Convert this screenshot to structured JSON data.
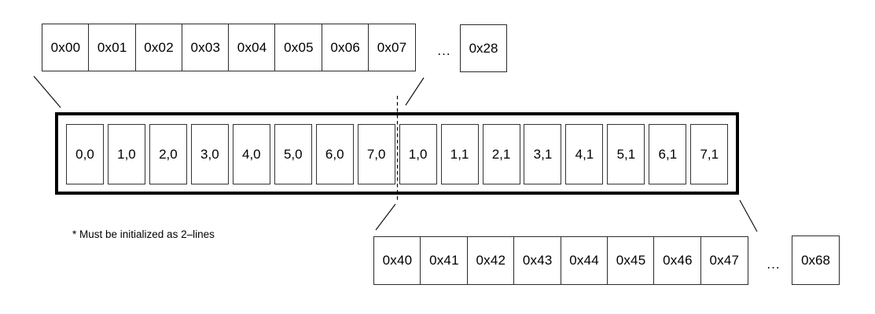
{
  "top_row": {
    "cells": [
      "0x00",
      "0x01",
      "0x02",
      "0x03",
      "0x04",
      "0x05",
      "0x06",
      "0x07"
    ],
    "ellipsis": "...",
    "last_cell": "0x28"
  },
  "buffer": {
    "cells": [
      "0,0",
      "1,0",
      "2,0",
      "3,0",
      "4,0",
      "5,0",
      "6,0",
      "7,0",
      "1,0",
      "1,1",
      "2,1",
      "3,1",
      "4,1",
      "5,1",
      "6,1",
      "7,1"
    ]
  },
  "bottom_row": {
    "cells": [
      "0x40",
      "0x41",
      "0x42",
      "0x43",
      "0x44",
      "0x45",
      "0x46",
      "0x47"
    ],
    "ellipsis": "...",
    "last_cell": "0x68"
  },
  "note": "* Must be initialized as 2–lines",
  "colors": {
    "background": "#ffffff",
    "text": "#000000",
    "thick_border": "#000000",
    "cell_border": "#2b2b2b"
  }
}
